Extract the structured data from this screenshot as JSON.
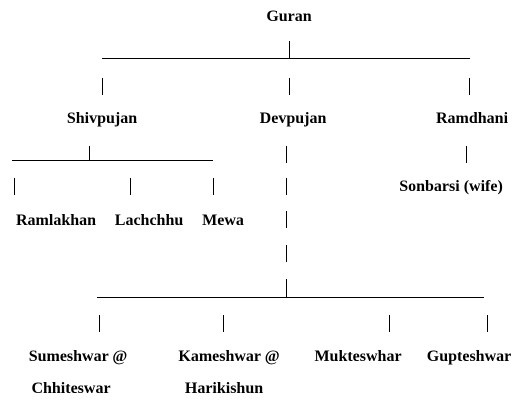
{
  "root": {
    "name": "Guran"
  },
  "children": {
    "shivpujan": "Shivpujan",
    "devpujan": "Devpujan",
    "ramdhani": "Ramdhani"
  },
  "shivpujan_children": [
    "Ramlakhan",
    "Lachchhu",
    "Mewa"
  ],
  "ramdhani_spouse": "Sonbarsi  (wife)",
  "devpujan_children": {
    "c1_line1": "Sumeshwar @",
    "c1_line2": "Chhiteswar",
    "c2_line1": "Kameshwar @",
    "c2_line2": "Harikishun",
    "c3": "Mukteswhar",
    "c4": "Gupteshwar"
  }
}
